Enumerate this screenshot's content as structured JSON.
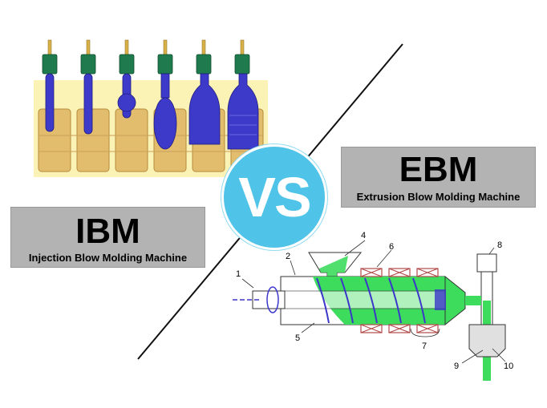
{
  "ebm": {
    "title": "EBM",
    "subtitle": "Extrusion Blow Molding Machine"
  },
  "ibm": {
    "title": "IBM",
    "subtitle": "Injection Blow Molding Machine"
  },
  "vs": {
    "text": "VS"
  },
  "extruder_labels": [
    "1",
    "2",
    "4",
    "5",
    "6",
    "7",
    "8",
    "9",
    "10"
  ],
  "colors": {
    "mold": "#e7c27a",
    "preform": "#3d3ac9",
    "nozzle": "#1f7a4d",
    "melt": "#3ddc5c",
    "heater": "#b24a4a",
    "vs": "#4fc3e8",
    "box": "#b3b3b3"
  }
}
